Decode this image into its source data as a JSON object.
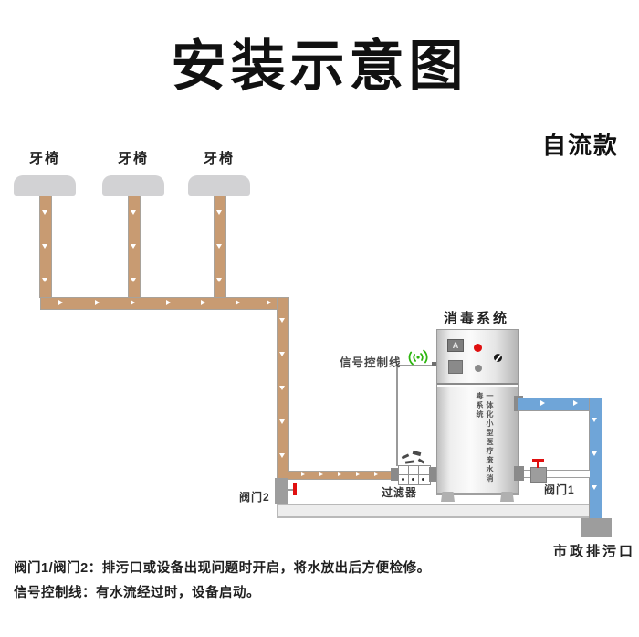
{
  "title": "安装示意图",
  "variant_label": "自流款",
  "chairs": [
    {
      "label": "牙椅"
    },
    {
      "label": "牙椅"
    },
    {
      "label": "牙椅"
    }
  ],
  "device": {
    "system_label": "消毒系统",
    "panel_button_a": "A",
    "side_text": "一体化小型医疗废水消毒系统"
  },
  "labels": {
    "signal_line": "信号控制线",
    "filter": "过滤器",
    "valve1": "阀门1",
    "valve2": "阀门2",
    "outlet": "市政排污口"
  },
  "notes": [
    "阀门1/阀门2：排污口或设备出现问题时开启，将水放出后方便检修。",
    "信号控制线：有水流经过时，设备启动。"
  ],
  "icons": {
    "wifi_signal": "green wireless signal",
    "flow_arrow": "white flow direction triangle"
  },
  "colors": {
    "pipe_tan": "#c89b72",
    "pipe_blue": "#6fa5d8",
    "handle_red": "#e01010",
    "signal_green": "#2cb50e",
    "cap_gray": "#d2d2d4",
    "block_gray": "#9d9d9d"
  }
}
